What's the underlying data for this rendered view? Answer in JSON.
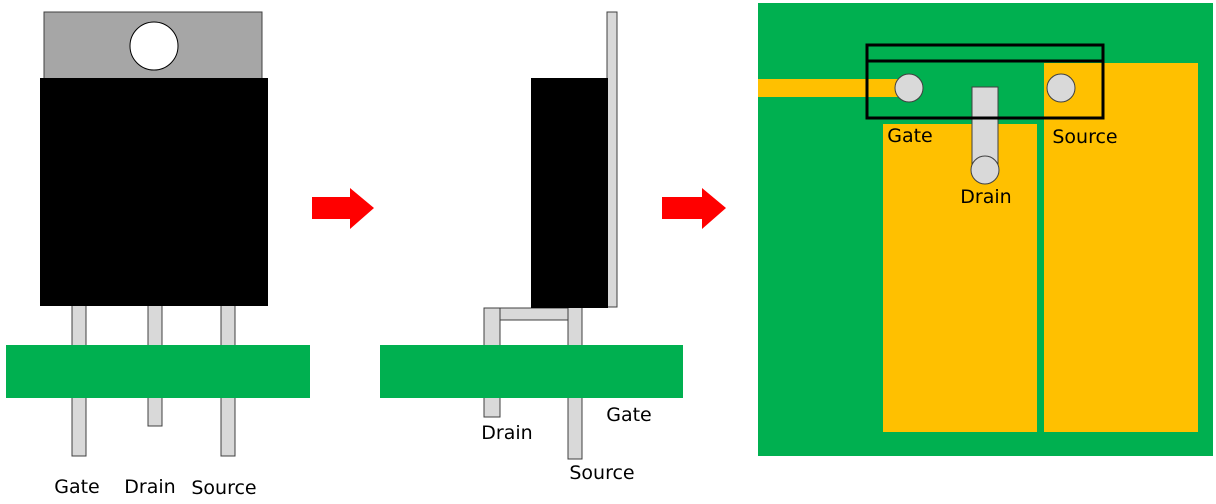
{
  "panel_front": {
    "labels": {
      "gate": "Gate",
      "drain": "Drain",
      "source": "Source"
    }
  },
  "panel_side": {
    "labels": {
      "drain": "Drain",
      "gate": "Gate",
      "source": "Source"
    }
  },
  "panel_pcb": {
    "labels": {
      "gate": "Gate",
      "drain": "Drain",
      "source": "Source"
    }
  },
  "colors": {
    "pcb_green": "#00b050",
    "copper_pad": "#ffc000",
    "package_body": "#000000",
    "metal_tab": "#a6a6a6",
    "lead": "#d9d9d9",
    "arrow": "#ff0000"
  },
  "icons": [
    "right-arrow-icon",
    "right-arrow-icon"
  ]
}
